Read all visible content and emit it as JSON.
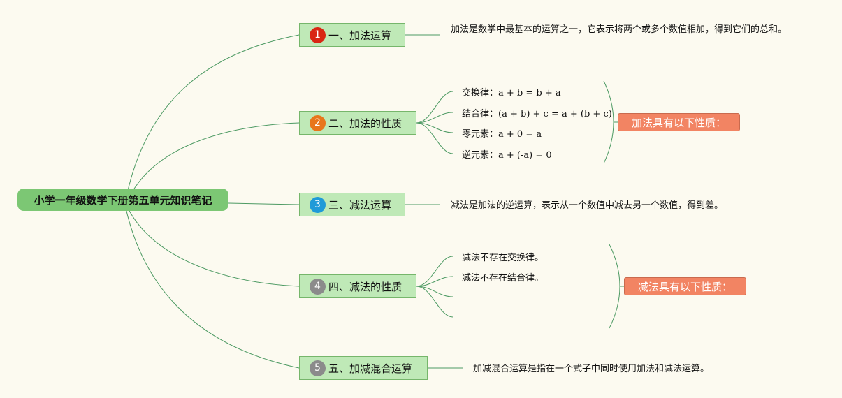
{
  "root": {
    "title": "小学一年级数学下册第五单元知识笔记"
  },
  "branches": [
    {
      "num": "1",
      "color": "#d92614",
      "label": "一、加法运算"
    },
    {
      "num": "2",
      "color": "#e8761c",
      "label": "二、加法的性质"
    },
    {
      "num": "3",
      "color": "#1f9ad8",
      "label": "三、减法运算"
    },
    {
      "num": "4",
      "color": "#8b8b8b",
      "label": "四、减法的性质"
    },
    {
      "num": "5",
      "color": "#8b8b8b",
      "label": "五、加减混合运算"
    }
  ],
  "notes": {
    "addition": "加法是数学中最基本的运算之一，它表示将两个或多个数值相加，得到它们的总和。",
    "subtraction": "减法是加法的逆运算，表示从一个数值中减去另一个数值，得到差。",
    "mixed": "加减混合运算是指在一个式子中同时使用加法和减法运算。"
  },
  "addition_properties": [
    {
      "name": "交换律：",
      "formula": "a + b = b + a"
    },
    {
      "name": "结合律：",
      "formula": "(a + b) + c = a + (b + c)"
    },
    {
      "name": "零元素：",
      "formula": "a + 0 = a"
    },
    {
      "name": "逆元素：",
      "formula": "a + (-a) = 0"
    }
  ],
  "subtraction_properties": [
    {
      "text": "减法不存在交换律。"
    },
    {
      "text": "减法不存在结合律。"
    }
  ],
  "summaries": {
    "addition": "加法具有以下性质：",
    "subtraction": "减法具有以下性质："
  },
  "colors": {
    "background": "#fcfaf0",
    "root_fill": "#7cc774",
    "branch_fill": "#bfe9b7",
    "connector": "#4d9a63",
    "summary_fill": "#f28463"
  }
}
